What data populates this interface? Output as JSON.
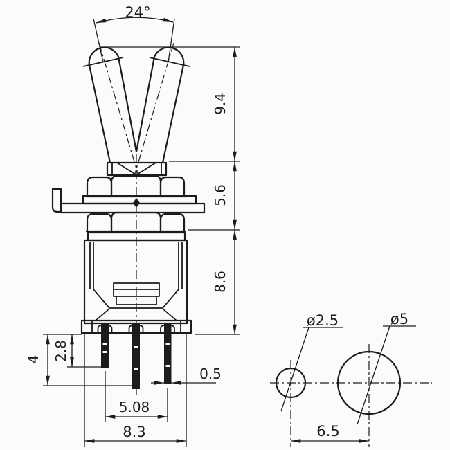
{
  "drawing": {
    "type": "technical-dimension-drawing",
    "subject": "miniature toggle switch front view with lever throw angle and panel hole plan",
    "line_color": "#1c1c1c",
    "background_color": "#fbfbfb",
    "labels": {
      "lever_swing_angle": "24°",
      "lever_height": "9.4",
      "bushing_stack_height": "5.6",
      "body_height": "8.6",
      "terminal_length_long": "4",
      "terminal_length_short": "2.8",
      "terminal_thickness": "0.5",
      "terminal_spacing": "5.08",
      "body_width": "8.3",
      "small_hole_diameter": "ø2.5",
      "large_hole_diameter": "ø5",
      "hole_center_distance": "6.5"
    }
  }
}
